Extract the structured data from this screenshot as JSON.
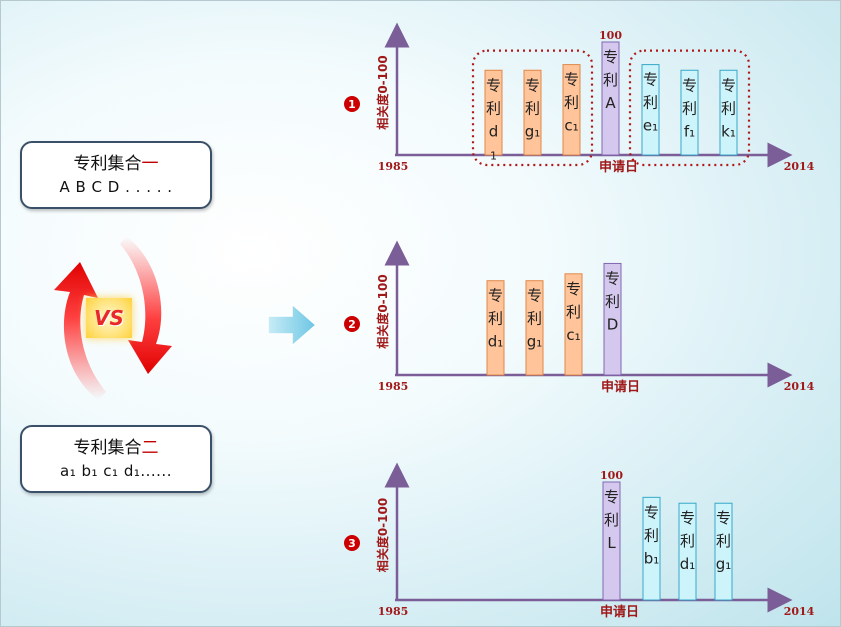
{
  "set_one": {
    "title": "专利集合",
    "title_accent": "一",
    "members": "A B C D . . . . ."
  },
  "set_two": {
    "title": "专利集合",
    "title_accent": "二",
    "members": "a₁ b₁ c₁ d₁......"
  },
  "vs_label": "VS",
  "colors": {
    "axis": "#7b5e98",
    "axis_text": "#a01818",
    "orange_fill": "#ffc49a",
    "orange_stroke": "#e08848",
    "cyan_fill": "#cdf3fb",
    "cyan_stroke": "#36a8c8",
    "purple_fill": "#d5c8ee",
    "purple_stroke": "#8266b0",
    "dotted_box": "#b01818",
    "badge": "#cc0000"
  },
  "chart_data": [
    {
      "type": "bar",
      "badge": "1",
      "ylabel": "相关度0-100",
      "xlabel": "申请日",
      "x_start": "1985",
      "x_end": "2014",
      "peak_label": "100",
      "ylim": [
        0,
        100
      ],
      "bars": [
        {
          "label": "专利d1",
          "text": [
            "专",
            "利",
            "d",
            "1"
          ],
          "value": 75,
          "group": "orange"
        },
        {
          "label": "专利g1",
          "text": [
            "专",
            "利",
            "g₁"
          ],
          "value": 75,
          "group": "orange"
        },
        {
          "label": "专利c1",
          "text": [
            "专",
            "利",
            "c₁"
          ],
          "value": 80,
          "group": "orange"
        },
        {
          "label": "专利A",
          "text": [
            "专",
            "利",
            "A"
          ],
          "value": 100,
          "group": "purple"
        },
        {
          "label": "专利e1",
          "text": [
            "专",
            "利",
            "e₁"
          ],
          "value": 80,
          "group": "cyan"
        },
        {
          "label": "专利f1",
          "text": [
            "专",
            "利",
            "f₁"
          ],
          "value": 75,
          "group": "cyan"
        },
        {
          "label": "专利k1",
          "text": [
            "专",
            "利",
            "k₁"
          ],
          "value": 75,
          "group": "cyan"
        }
      ],
      "highlight_groups": [
        "orange",
        "cyan"
      ]
    },
    {
      "type": "bar",
      "badge": "2",
      "ylabel": "相关度0-100",
      "xlabel": "申请日",
      "x_start": "1985",
      "x_end": "2014",
      "peak_label": "",
      "ylim": [
        0,
        100
      ],
      "bars": [
        {
          "label": "专利d1",
          "text": [
            "专",
            "利",
            "d₁"
          ],
          "value": 82,
          "group": "orange"
        },
        {
          "label": "专利g1",
          "text": [
            "专",
            "利",
            "g₁"
          ],
          "value": 82,
          "group": "orange"
        },
        {
          "label": "专利c1",
          "text": [
            "专",
            "利",
            "c₁"
          ],
          "value": 88,
          "group": "orange"
        },
        {
          "label": "专利D",
          "text": [
            "专",
            "利",
            "D"
          ],
          "value": 97,
          "group": "purple"
        }
      ],
      "highlight_groups": []
    },
    {
      "type": "bar",
      "badge": "3",
      "ylabel": "相关度0-100",
      "xlabel": "申请日",
      "x_start": "1985",
      "x_end": "2014",
      "peak_label": "100",
      "ylim": [
        0,
        100
      ],
      "bars": [
        {
          "label": "专利L",
          "text": [
            "专",
            "利",
            "L"
          ],
          "value": 100,
          "group": "purple"
        },
        {
          "label": "专利b1",
          "text": [
            "专",
            "利",
            "b₁"
          ],
          "value": 87,
          "group": "cyan"
        },
        {
          "label": "专利d1",
          "text": [
            "专",
            "利",
            "d₁"
          ],
          "value": 82,
          "group": "cyan"
        },
        {
          "label": "专利g1",
          "text": [
            "专",
            "利",
            "g₁"
          ],
          "value": 82,
          "group": "cyan"
        }
      ],
      "highlight_groups": []
    }
  ]
}
